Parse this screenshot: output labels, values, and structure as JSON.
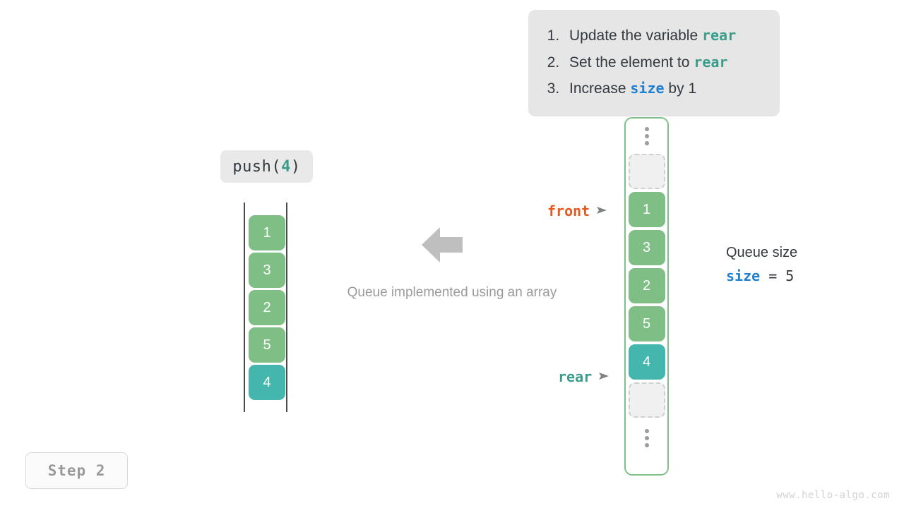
{
  "instructions": {
    "steps": [
      {
        "prefix": "Update the variable ",
        "code": "rear",
        "code_color": "teal",
        "suffix": ""
      },
      {
        "prefix": "Set the element to ",
        "code": "rear",
        "code_color": "teal",
        "suffix": ""
      },
      {
        "prefix": "Increase ",
        "code": "size",
        "code_color": "blue",
        "suffix": " by 1"
      }
    ]
  },
  "operation": {
    "name": "push(",
    "argument": "4",
    "close": ")"
  },
  "left_array": {
    "cells": [
      {
        "value": "1",
        "color": "green"
      },
      {
        "value": "3",
        "color": "green"
      },
      {
        "value": "2",
        "color": "green"
      },
      {
        "value": "5",
        "color": "green"
      },
      {
        "value": "4",
        "color": "teal"
      }
    ]
  },
  "center": {
    "caption": "Queue implemented using an array",
    "arrow_direction": "left"
  },
  "pointers": {
    "front": {
      "label": "front",
      "color": "#e65a1f"
    },
    "rear": {
      "label": "rear",
      "color": "#3c9c8c"
    }
  },
  "right_array": {
    "slots": [
      {
        "kind": "dots",
        "value": ""
      },
      {
        "kind": "empty",
        "value": ""
      },
      {
        "kind": "filled",
        "value": "1",
        "color": "green"
      },
      {
        "kind": "filled",
        "value": "3",
        "color": "green"
      },
      {
        "kind": "filled",
        "value": "2",
        "color": "green"
      },
      {
        "kind": "filled",
        "value": "5",
        "color": "green"
      },
      {
        "kind": "filled",
        "value": "4",
        "color": "teal"
      },
      {
        "kind": "empty",
        "value": ""
      },
      {
        "kind": "dots",
        "value": ""
      }
    ],
    "border_color": "#7fc289"
  },
  "queue_size": {
    "title": "Queue size",
    "variable": "size",
    "equals": " = ",
    "value": "5"
  },
  "step_badge": {
    "label": "Step 2"
  },
  "watermark": {
    "text": "www.hello-algo.com"
  },
  "colors": {
    "green": "#7fbe85",
    "teal": "#45b6ae",
    "orange": "#e65a1f",
    "blue": "#1f7fd0",
    "panel_bg": "#e6e6e6",
    "text": "#33393f",
    "muted": "#9a9a9a"
  }
}
